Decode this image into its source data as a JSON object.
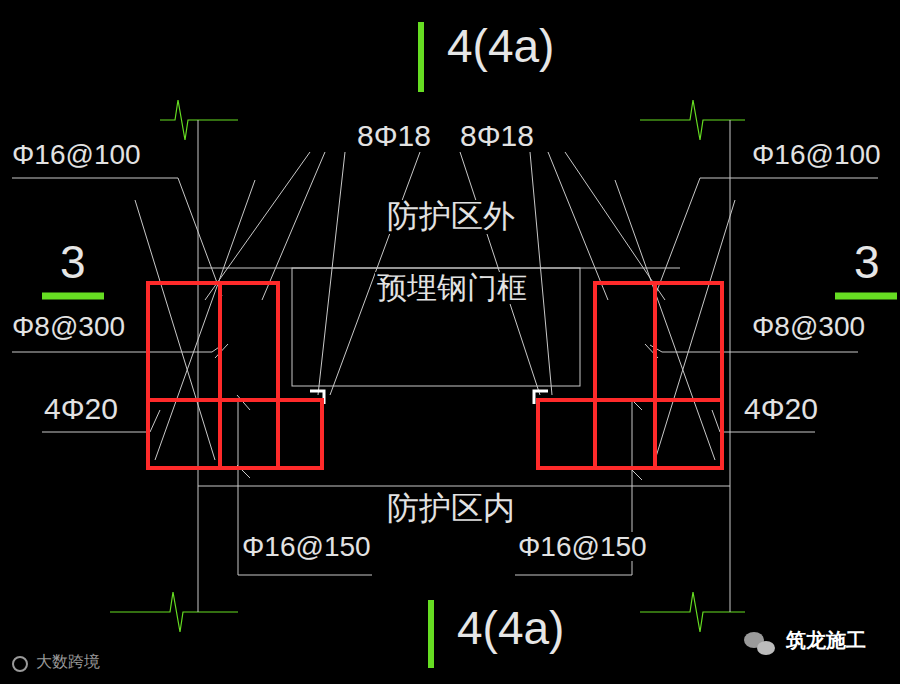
{
  "diagram": {
    "labels": [
      "4(4a)",
      "8Φ18",
      "8Φ18",
      "Φ16@100",
      "Φ16@100",
      "防护区外",
      "3",
      "3",
      "预埋钢门框",
      "Φ8@300",
      "Φ8@300",
      "4Φ20",
      "4Φ20",
      "防护区内",
      "Φ16@150",
      "Φ16@150",
      "4(4a)",
      "筑龙施工",
      "大数跨境"
    ]
  }
}
